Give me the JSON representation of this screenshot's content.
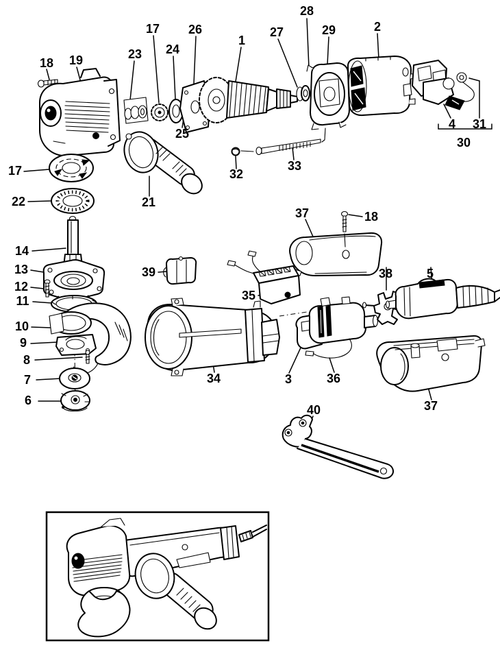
{
  "figure": {
    "background_color": "#ffffff",
    "ink_color": "#000000"
  },
  "part_labels": [
    {
      "text": "18"
    },
    {
      "text": "19"
    },
    {
      "text": "23"
    },
    {
      "text": "17"
    },
    {
      "text": "24"
    },
    {
      "text": "26"
    },
    {
      "text": "1"
    },
    {
      "text": "27"
    },
    {
      "text": "28"
    },
    {
      "text": "29"
    },
    {
      "text": "2"
    },
    {
      "text": "4"
    },
    {
      "text": "31"
    },
    {
      "text": "30"
    },
    {
      "text": "17"
    },
    {
      "text": "22"
    },
    {
      "text": "25"
    },
    {
      "text": "21"
    },
    {
      "text": "32"
    },
    {
      "text": "33"
    },
    {
      "text": "14"
    },
    {
      "text": "13"
    },
    {
      "text": "12"
    },
    {
      "text": "11"
    },
    {
      "text": "10"
    },
    {
      "text": "9"
    },
    {
      "text": "8"
    },
    {
      "text": "7"
    },
    {
      "text": "6"
    },
    {
      "text": "37"
    },
    {
      "text": "18"
    },
    {
      "text": "39"
    },
    {
      "text": "35"
    },
    {
      "text": "38"
    },
    {
      "text": "5"
    },
    {
      "text": "34"
    },
    {
      "text": "3"
    },
    {
      "text": "36"
    },
    {
      "text": "37"
    },
    {
      "text": "40"
    }
  ],
  "bracket_group": {
    "parent_label": "30",
    "child_labels": [
      "4",
      "31"
    ]
  }
}
